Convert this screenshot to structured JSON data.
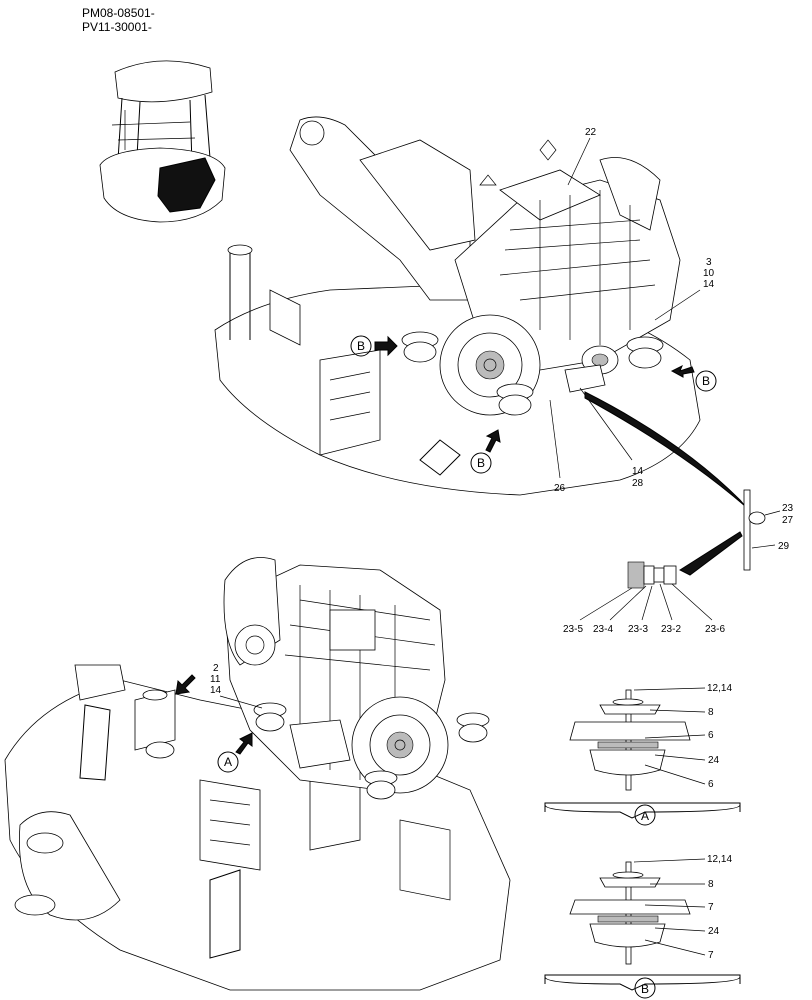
{
  "header": {
    "line1": "PM08-08501-",
    "line2": "PV11-30001-"
  },
  "callouts": {
    "c22": "22",
    "c3": "3",
    "c10": "10",
    "c14a": "14",
    "c14b": "14",
    "c28": "28",
    "c26": "26",
    "c23": "23",
    "c27": "27",
    "c29": "29",
    "c23_5": "23-5",
    "c23_4": "23-4",
    "c23_3": "23-3",
    "c23_2": "23-2",
    "c23_6": "23-6",
    "c2": "2",
    "c11": "11",
    "c14c": "14"
  },
  "view_markers": {
    "b_left": "B",
    "b_right": "B",
    "b_bottom": "B",
    "a_lower": "A"
  },
  "detail_a": {
    "label": "A",
    "callouts": [
      "12,14",
      "8",
      "6",
      "24",
      "6"
    ]
  },
  "detail_b": {
    "label": "B",
    "callouts": [
      "12,14",
      "8",
      "7",
      "24",
      "7"
    ]
  }
}
